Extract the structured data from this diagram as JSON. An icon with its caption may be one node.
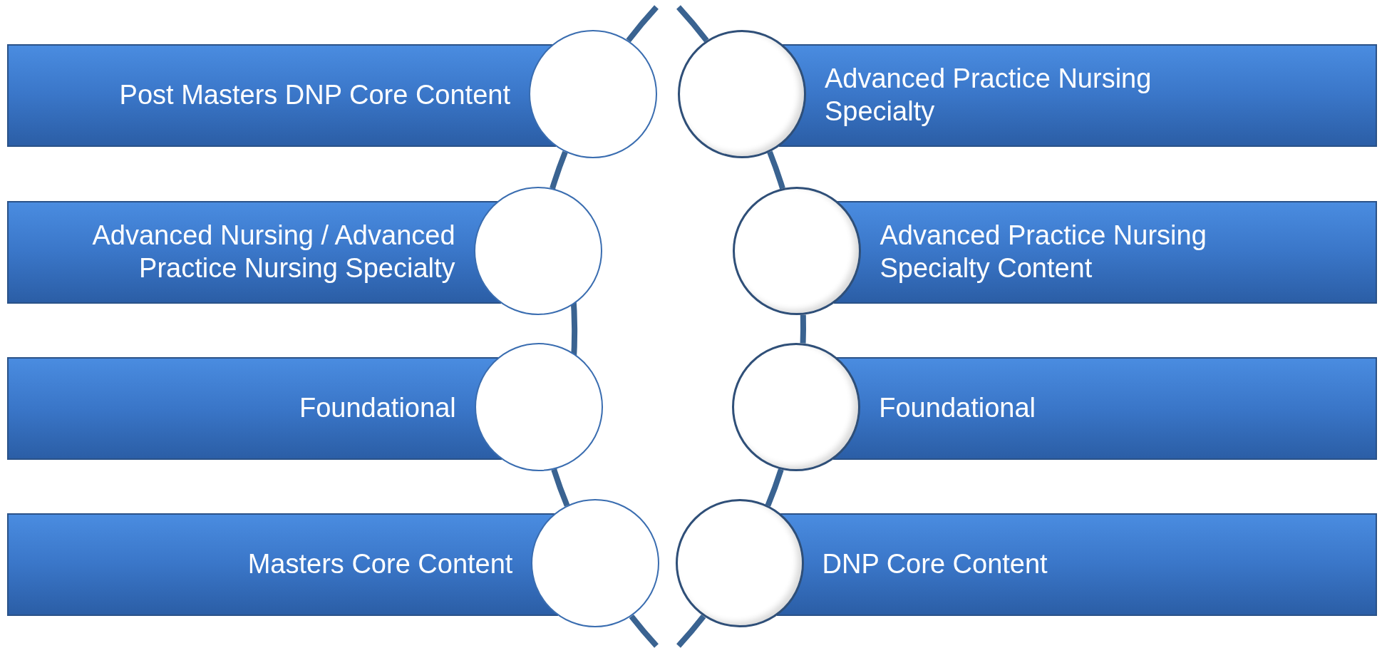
{
  "diagram": {
    "nodes": [
      {
        "text": [
          "Post Masters DNP Core Content"
        ]
      },
      {
        "text": [
          "Advanced Nursing / Advanced Practice Nursing Specialty"
        ]
      },
      {
        "text": [
          "Foundational"
        ]
      },
      {
        "text": [
          "Masters Core Content"
        ]
      },
      {
        "text": [],
        "shape": "circle"
      },
      {
        "text": [],
        "shape": "circle"
      },
      {
        "text": [],
        "shape": "circle"
      },
      {
        "text": [],
        "shape": "circle"
      },
      {
        "text": [
          "Advanced Practice Nursing Specialty"
        ]
      },
      {
        "text": [
          "Advanced Practice Nursing Specialty Content"
        ]
      },
      {
        "text": [
          "Foundational"
        ]
      },
      {
        "text": [
          "DNP Core Content"
        ]
      },
      {
        "text": [],
        "shape": "circle"
      },
      {
        "text": [],
        "shape": "circle"
      },
      {
        "text": [],
        "shape": "circle"
      },
      {
        "text": [],
        "shape": "circle"
      }
    ],
    "edges": [
      {
        "from": 4,
        "to": 5,
        "arrow": "none"
      },
      {
        "from": 5,
        "to": 6,
        "arrow": "none"
      },
      {
        "from": 6,
        "to": 7,
        "arrow": "none"
      },
      {
        "from": 12,
        "to": 13,
        "arrow": "none"
      },
      {
        "from": 13,
        "to": 14,
        "arrow": "none"
      },
      {
        "from": 14,
        "to": 15,
        "arrow": "none"
      }
    ]
  }
}
